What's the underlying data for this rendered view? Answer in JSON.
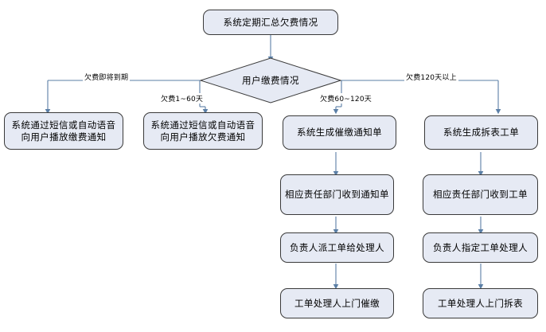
{
  "diagram": {
    "type": "flowchart",
    "title_node": "系统定期汇总欠费情况",
    "decision_node": "用户缴费情况",
    "colors": {
      "node_fill": "#e6eaf4",
      "node_border": "#3a3a3a",
      "connector": "#5b7fa6",
      "background": "#ffffff",
      "text": "#000000"
    },
    "edge_labels": [
      {
        "id": "branch-1",
        "text": "欠费即将到期"
      },
      {
        "id": "branch-2",
        "text": "欠费1~60天"
      },
      {
        "id": "branch-3",
        "text": "欠费60~120天"
      },
      {
        "id": "branch-4",
        "text": "欠费120天以上"
      }
    ],
    "columns": [
      {
        "id": "column-1",
        "branch_label": "欠费即将到期",
        "steps": [
          "系统通过短信或自动语音向用户播放缴费通知"
        ]
      },
      {
        "id": "column-2",
        "branch_label": "欠费1~60天",
        "steps": [
          "系统通过短信或自动语音向用户播放欠费通知"
        ]
      },
      {
        "id": "column-3",
        "branch_label": "欠费60~120天",
        "steps": [
          "系统生成催缴通知单",
          "相应责任部门收到通知单",
          "负责人派工单给处理人",
          "工单处理人上门催缴"
        ]
      },
      {
        "id": "column-4",
        "branch_label": "欠费120天以上",
        "steps": [
          "系统生成拆表工单",
          "相应责任部门收到工单",
          "负责人指定工单处理人",
          "工单处理人上门拆表"
        ]
      }
    ]
  }
}
